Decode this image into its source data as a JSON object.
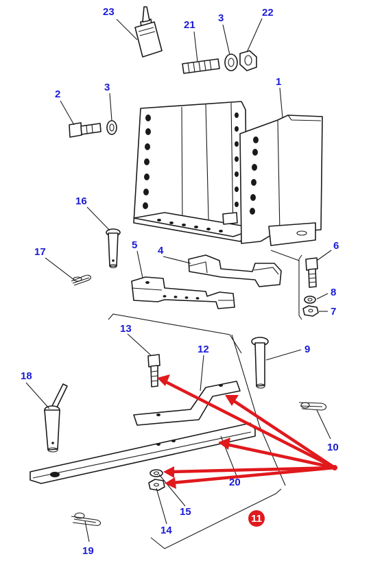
{
  "labels": {
    "p1": "1",
    "p2": "2",
    "p3a": "3",
    "p3b": "3",
    "p4": "4",
    "p5": "5",
    "p6": "6",
    "p7": "7",
    "p8": "8",
    "p9": "9",
    "p10": "10",
    "p11": "11",
    "p12": "12",
    "p13": "13",
    "p14": "14",
    "p15": "15",
    "p16": "16",
    "p17": "17",
    "p18": "18",
    "p19": "19",
    "p20": "20",
    "p21": "21",
    "p22": "22",
    "p23": "23"
  },
  "colors": {
    "label_blue": "#1a1ad6",
    "highlight_red": "#e0191d",
    "line": "#1a1a1a"
  }
}
